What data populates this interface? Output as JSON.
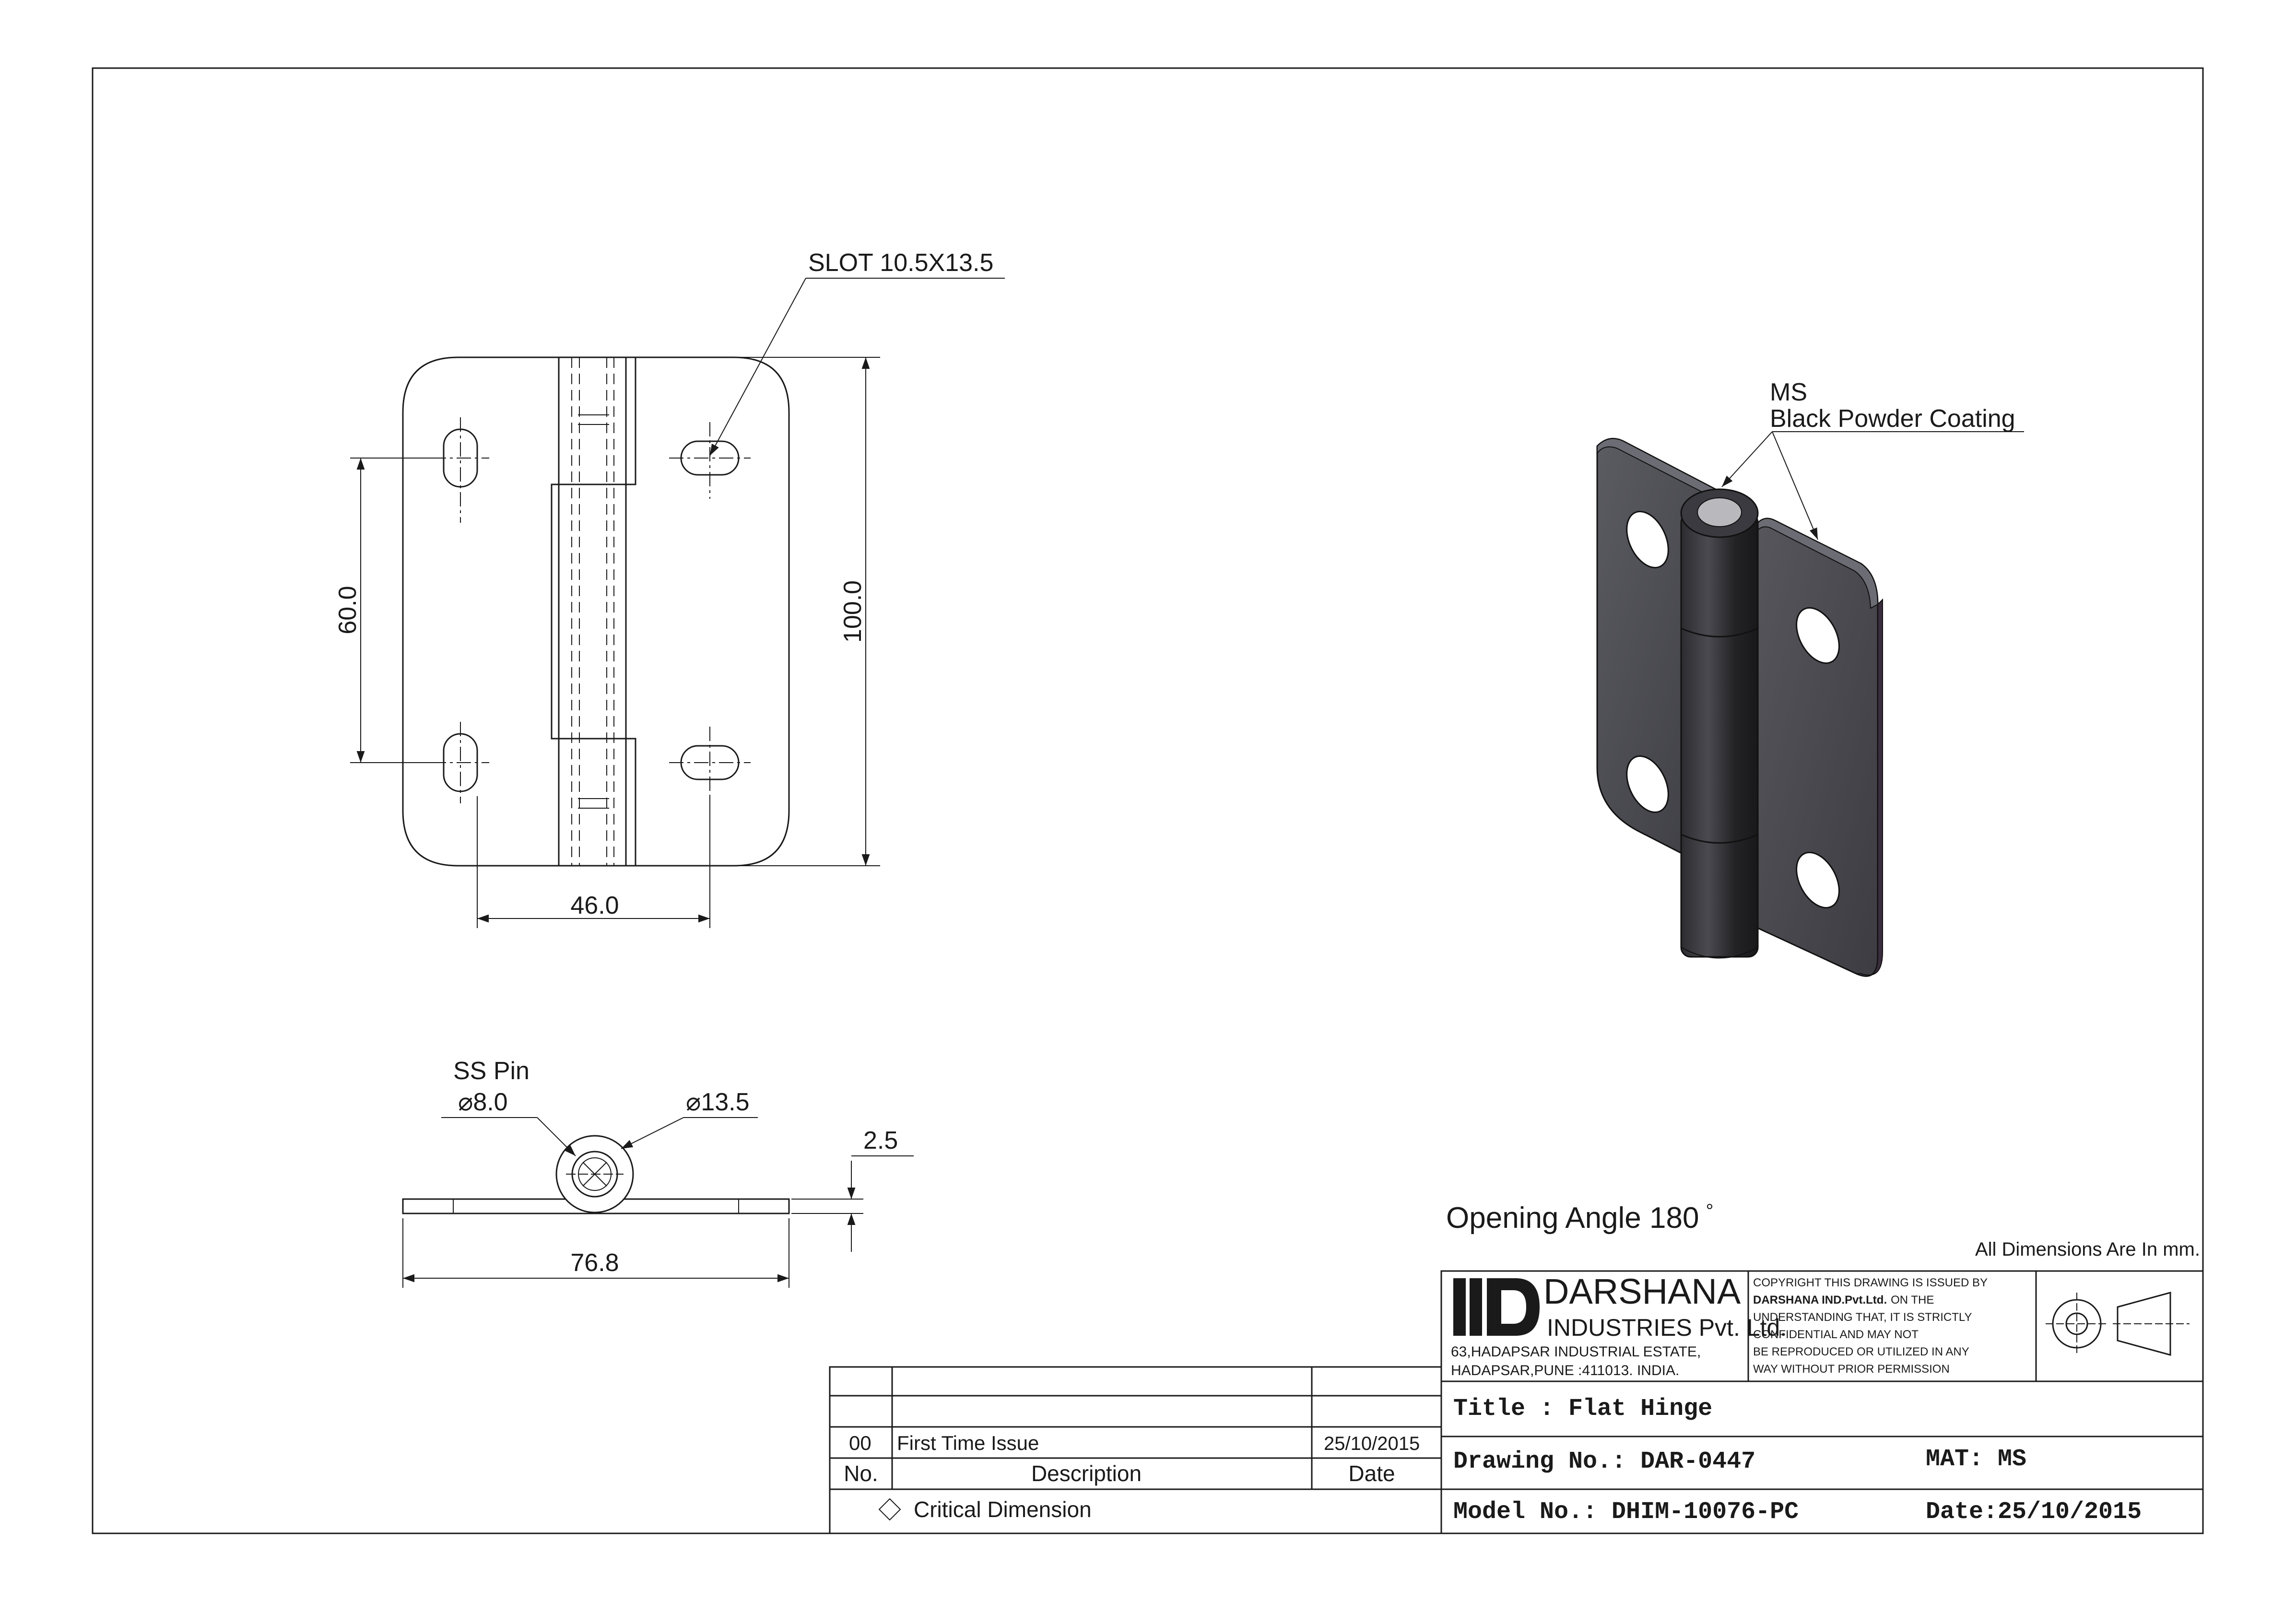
{
  "front_view": {
    "slot_label": "SLOT 10.5X13.5",
    "dim_hole_pitch": "60.0",
    "dim_height": "100.0",
    "dim_hole_spacing": "46.0"
  },
  "side_view": {
    "pin_label": "SS Pin",
    "pin_diameter": "8.0",
    "knuckle_diameter": "13.5",
    "thickness": "2.5",
    "overall_width": "76.8"
  },
  "iso_view": {
    "material_line1": "MS",
    "material_line2": "Black Powder Coating"
  },
  "opening_angle": "Opening Angle 180",
  "opening_angle_unit": "°",
  "units_note": "All Dimensions Are In mm.",
  "company": {
    "name": "DARSHANA",
    "subname": "INDUSTRIES Pvt. Ltd.",
    "address1": "63,HADAPSAR INDUSTRIAL ESTATE,",
    "address2": "HADAPSAR,PUNE :411013. INDIA.",
    "copyright_lines": [
      "COPYRIGHT THIS DRAWING IS ISSUED BY",
      "DARSHANA IND.Pvt.Ltd.",
      "ON THE",
      "UNDERSTANDING THAT, IT IS STRICTLY",
      "CONFIDENTIAL AND MAY NOT",
      "BE REPRODUCED OR UTILIZED IN ANY",
      "WAY WITHOUT PRIOR PERMISSION"
    ]
  },
  "title_block": {
    "title": "Title : Flat Hinge",
    "drawing_no": "Drawing No.: DAR-0447",
    "material": "MAT: MS",
    "model_no": "Model No.: DHIM-10076-PC",
    "date": "Date:25/10/2015"
  },
  "revision_table": {
    "rows": [
      {
        "no": "",
        "description": "",
        "date": ""
      },
      {
        "no": "",
        "description": "",
        "date": ""
      },
      {
        "no": "00",
        "description": "First Time Issue",
        "date": "25/10/2015"
      }
    ],
    "headers": {
      "no": "No.",
      "description": "Description",
      "date": "Date"
    },
    "critical_note": "Critical Dimension"
  }
}
